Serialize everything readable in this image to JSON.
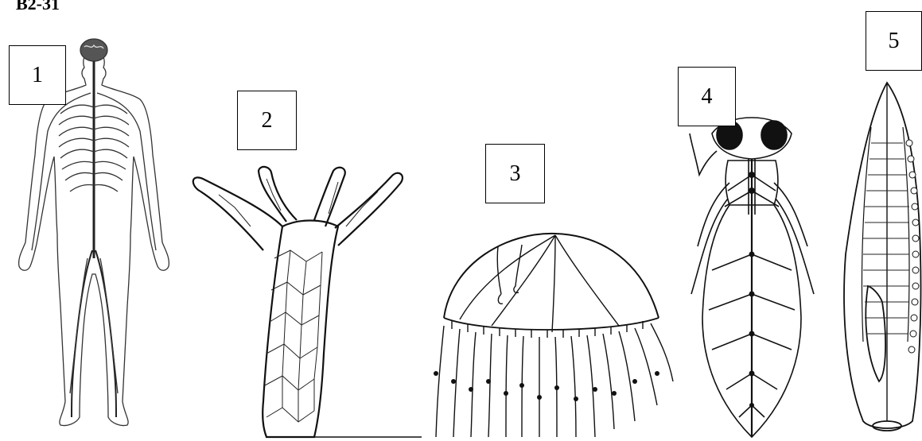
{
  "header": {
    "code": "B2-31"
  },
  "figures": [
    {
      "label": "1",
      "icon": "human-nervous-system-icon"
    },
    {
      "label": "2",
      "icon": "hydra-nerve-net-icon"
    },
    {
      "label": "3",
      "icon": "jellyfish-nerve-ring-icon"
    },
    {
      "label": "4",
      "icon": "insect-nerve-cord-icon"
    },
    {
      "label": "5",
      "icon": "flatworm-ladder-nervous-system-icon"
    }
  ]
}
